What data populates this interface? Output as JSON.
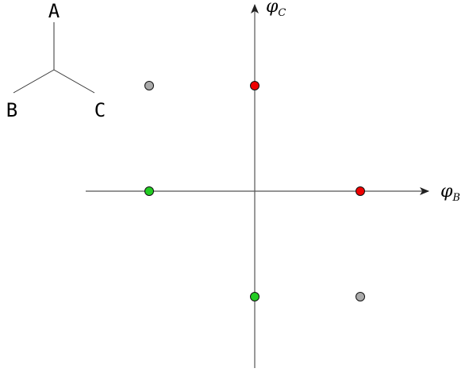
{
  "junction": {
    "label_a": "A",
    "label_b": "B",
    "label_c": "C"
  },
  "axes": {
    "x_label_base": "φ",
    "x_label_sub": "B",
    "y_label_base": "φ",
    "y_label_sub": "C"
  },
  "colors": {
    "axis": "#555555",
    "red": "#ee0000",
    "green": "#22cc22",
    "gray": "#aaaaaa",
    "outline": "#111111"
  },
  "points": [
    {
      "name": "point-gray-upper-left",
      "x": -1,
      "y": 1,
      "color": "gray"
    },
    {
      "name": "point-red-top",
      "x": 0,
      "y": 1,
      "color": "red"
    },
    {
      "name": "point-green-left",
      "x": -1,
      "y": 0,
      "color": "green"
    },
    {
      "name": "point-red-right",
      "x": 1,
      "y": 0,
      "color": "red"
    },
    {
      "name": "point-green-bottom",
      "x": 0,
      "y": -1,
      "color": "green"
    },
    {
      "name": "point-gray-lower-right",
      "x": 1,
      "y": -1,
      "color": "gray"
    }
  ]
}
